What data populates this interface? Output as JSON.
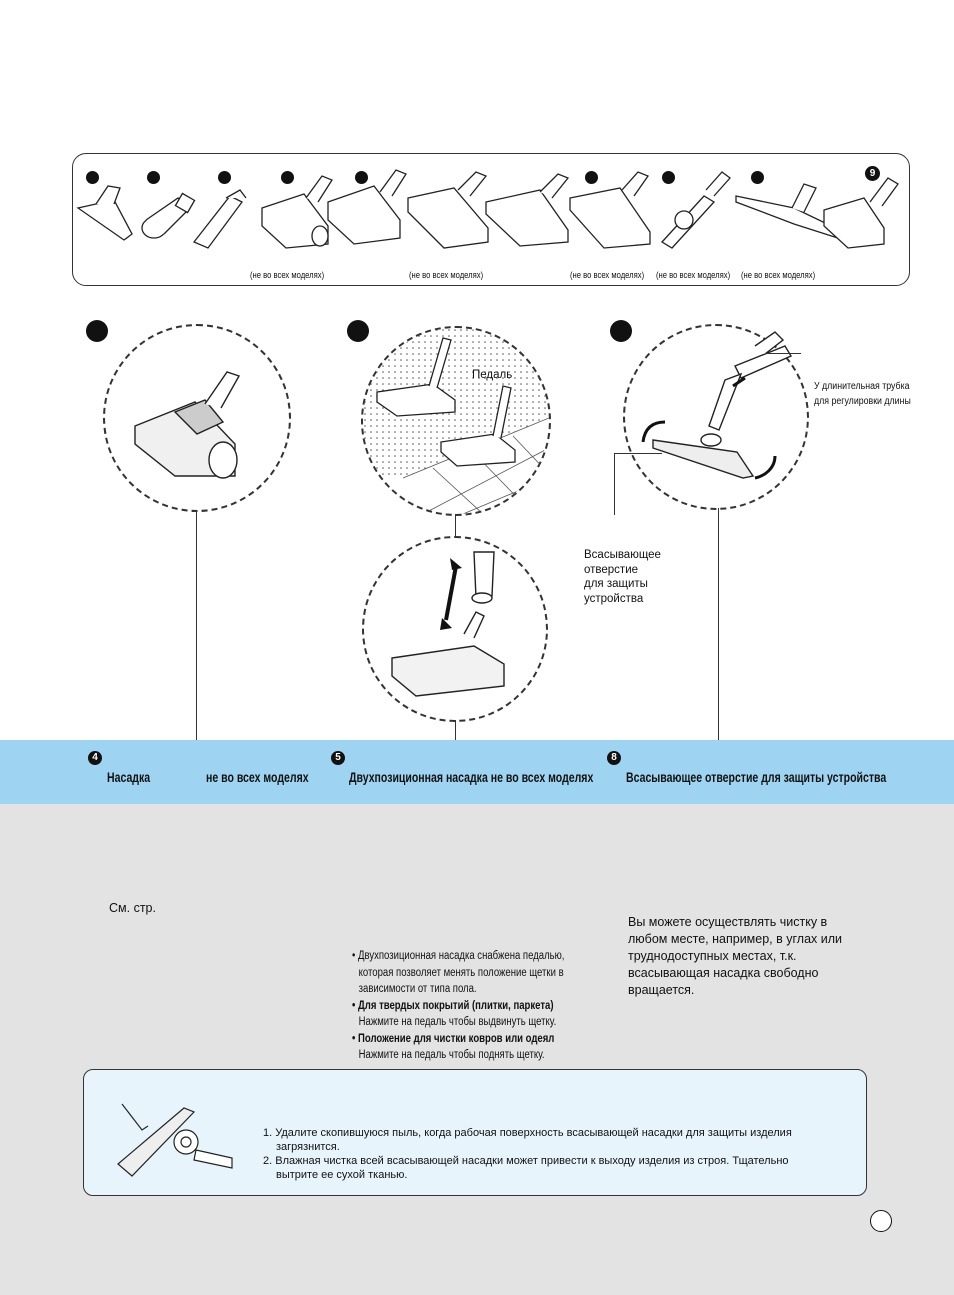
{
  "accessories": {
    "notes": [
      "(не во всех моделях)",
      "(не во всех моделях)",
      "(не во всех моделях)",
      "(не во всех моделях)",
      "(не во всех моделях)"
    ],
    "nine_marker": "9"
  },
  "illustrations": {
    "pedal_label": "Педаль",
    "telescopic_label_line1": "У длинительная трубка",
    "telescopic_label_line2": "для регулировки длины",
    "guard_label": [
      "Всасывающее",
      "отверстие",
      "для защиты",
      "устройства"
    ]
  },
  "sections": [
    {
      "number": "4",
      "title": "Насадка",
      "title_note": "не во всех моделях"
    },
    {
      "number": "5",
      "title": "Двухпозиционная насадка не во всех моделях"
    },
    {
      "number": "8",
      "title": "Всасывающее отверстие для защиты устройства"
    }
  ],
  "body": {
    "see_page": "См. стр.",
    "bullets": [
      {
        "text_lines": [
          "• Двухпозиционная насадка снабжена педалью,",
          "которая позволяет менять положение щетки в",
          "зависимости от типа пола."
        ]
      },
      {
        "bold": "• Для твердых покрытий (плитки, паркета)",
        "text": "Нажмите на педаль чтобы выдвинуть щетку."
      },
      {
        "bold": "• Положение для чистки ковров или одеял",
        "text": "Нажмите на педаль чтобы поднять щетку."
      }
    ],
    "right_text": [
      "Вы можете осуществлять чистку в",
      "любом месте, например, в углах или",
      "труднодоступных местах, т.к.",
      "всасывающая насадка свободно",
      "вращается."
    ]
  },
  "notes": [
    "1. Удалите скопившуюся пыль, когда рабочая поверхность всасывающей  насадки для защиты изделия",
    "загрязнится.",
    "2. Влажная чистка всей всасывающей насадки может привести к выходу изделия из строя. Тщательно",
    "вытрите ее сухой тканью."
  ]
}
